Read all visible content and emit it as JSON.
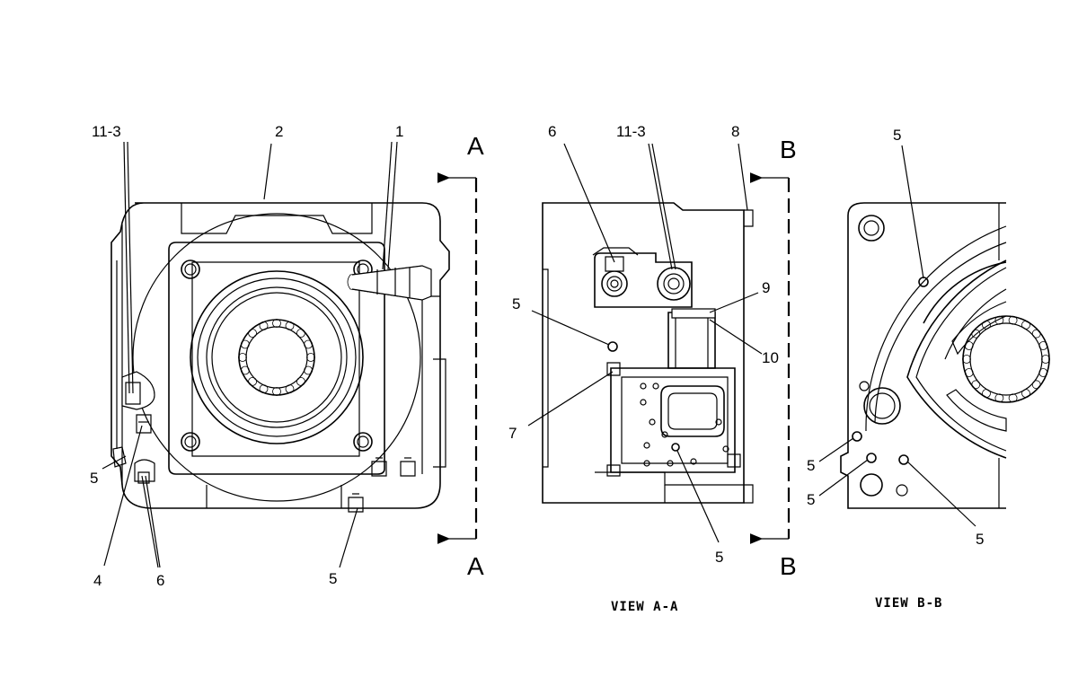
{
  "labels": {
    "view1": {
      "l11_3": "11-3",
      "l2": "2",
      "l1": "1",
      "l5_left": "5",
      "l4": "4",
      "l6": "6",
      "l5_bottom": "5"
    },
    "view_aa": {
      "l6": "6",
      "l11_3": "11-3",
      "l8": "8",
      "l9": "9",
      "l10": "10",
      "l5_upper": "5",
      "l7": "7",
      "l5_lower": "5"
    },
    "view_bb": {
      "l5_top": "5",
      "l5_a": "5",
      "l5_b": "5",
      "l5_c": "5"
    }
  },
  "section_marks": {
    "a_top": "A",
    "a_bottom": "A",
    "b_top": "B",
    "b_bottom": "B"
  },
  "captions": {
    "view_aa": "VIEW A-A",
    "view_bb": "VIEW B-B"
  },
  "colors": {
    "line": "#000000",
    "background": "#ffffff"
  }
}
